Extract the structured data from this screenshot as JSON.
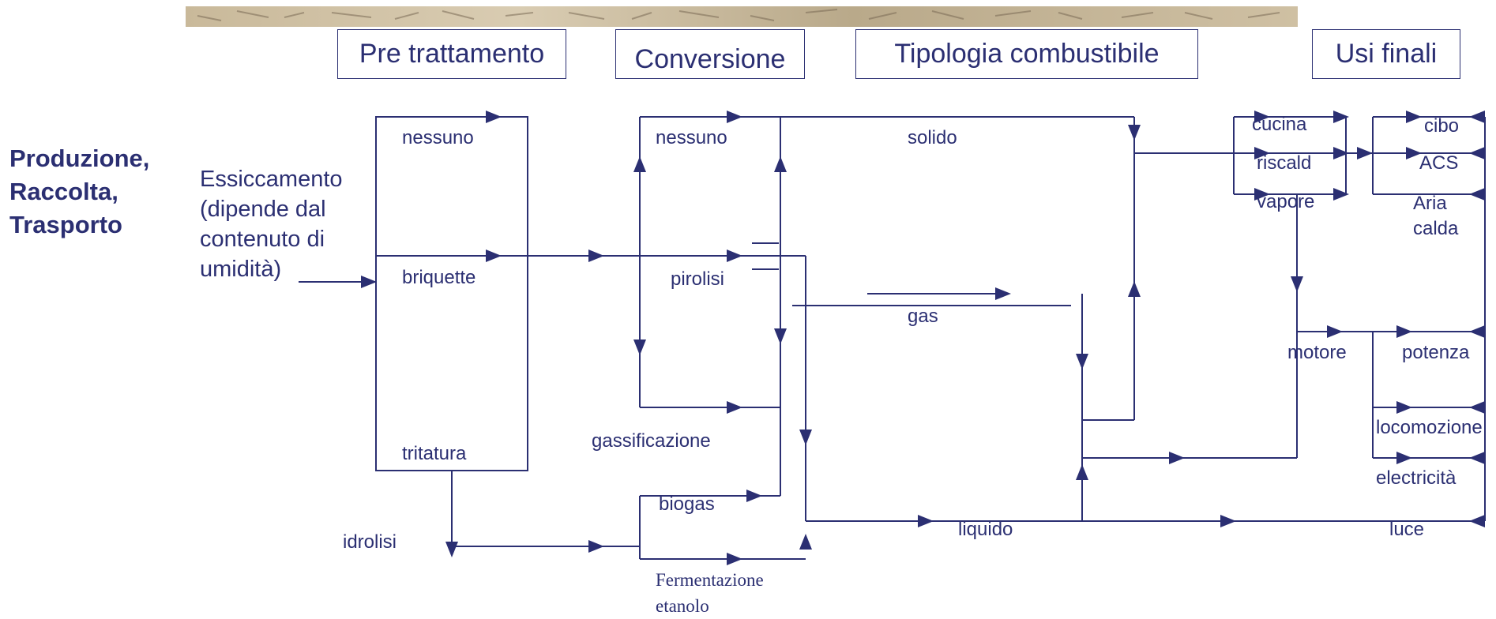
{
  "headers": {
    "pretreatment": "Pre trattamento",
    "conversion": "Conversione",
    "fuel_type": "Tipologia combustibile",
    "end_uses": "Usi finali"
  },
  "side_title": {
    "line1": "Produzione,",
    "line2": "Raccolta,",
    "line3": "Trasporto"
  },
  "drying_note": {
    "line1": "Essiccamento",
    "line2": "(dipende dal",
    "line3": "contenuto di",
    "line4": "umidità)"
  },
  "pretreatment_options": {
    "none": "nessuno",
    "briquette": "briquette",
    "shredding": "tritatura",
    "hydrolysis": "idrolisi"
  },
  "conversion_options": {
    "none": "nessuno",
    "pyrolysis": "pirolisi",
    "gasification": "gassificazione",
    "biogas": "biogas",
    "fermentation_line1": "Fermentazione",
    "fermentation_line2": "etanolo"
  },
  "fuel_types": {
    "solid": "solido",
    "gas": "gas",
    "liquid": "liquido"
  },
  "intermediate_uses": {
    "kitchen": "cucina",
    "heating": "riscald",
    "steam": "vapore",
    "engine": "motore"
  },
  "end_uses": {
    "food": "cibo",
    "hot_water": "ACS",
    "hot_air_line1": "Aria",
    "hot_air_line2": "calda",
    "power": "potenza",
    "locomotion": "locomozione",
    "electricity": "electricità",
    "light": "luce"
  },
  "colors": {
    "line": "#2b2f72",
    "text": "#2b2f72",
    "banner": "#c9b99a"
  }
}
